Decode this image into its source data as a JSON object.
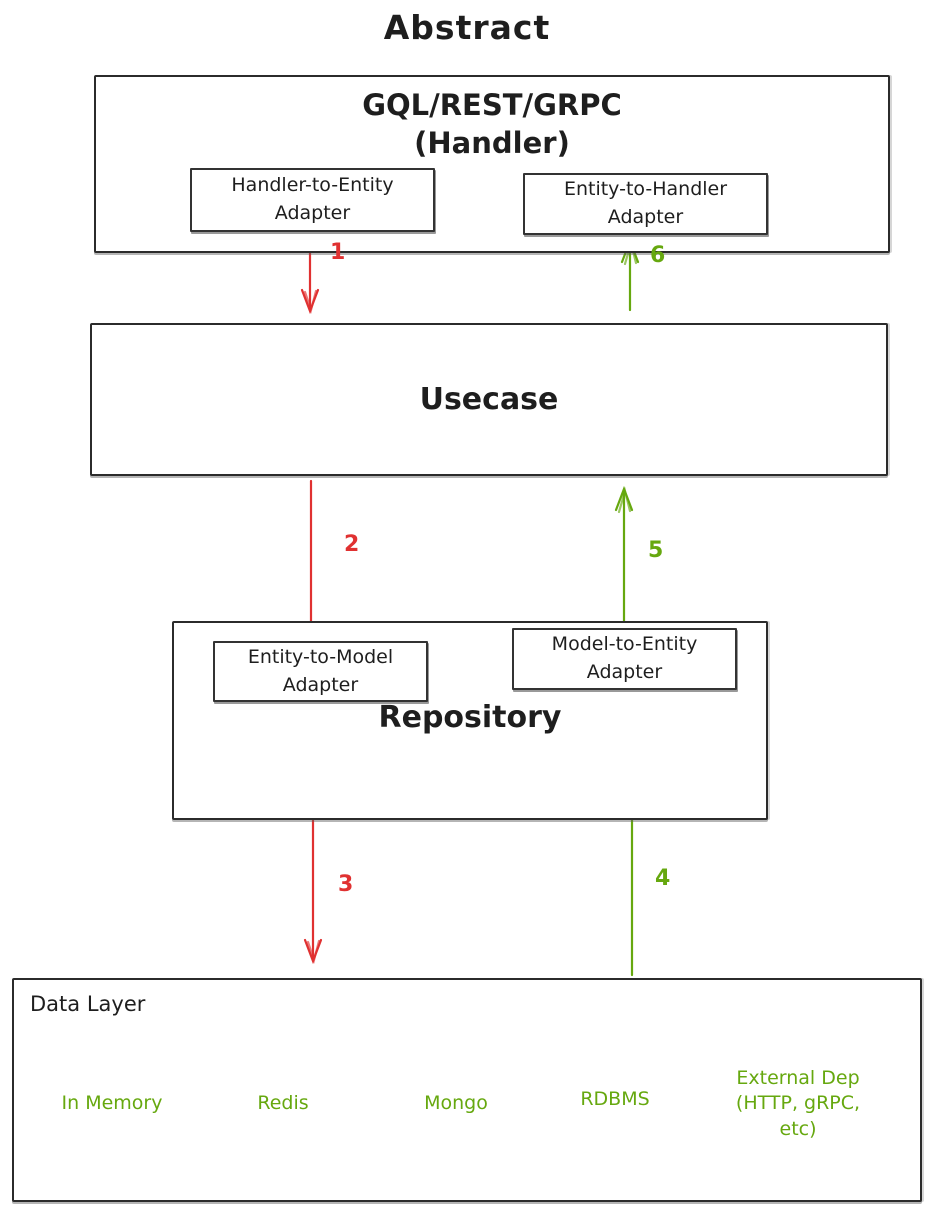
{
  "diagram": {
    "title": "Abstract"
  },
  "handler_layer": {
    "title_line1": "GQL/REST/GRPC",
    "title_line2": "(Handler)",
    "adapter_in": {
      "line1": "Handler-to-Entity",
      "line2": "Adapter"
    },
    "adapter_out": {
      "line1": "Entity-to-Handler",
      "line2": "Adapter"
    }
  },
  "usecase": {
    "label": "Usecase"
  },
  "repository": {
    "label": "Repository",
    "adapter_in": {
      "line1": "Entity-to-Model",
      "line2": "Adapter"
    },
    "adapter_out": {
      "line1": "Model-to-Entity",
      "line2": "Adapter"
    }
  },
  "data_layer": {
    "label": "Data Layer",
    "stores": [
      {
        "label": "In Memory"
      },
      {
        "label": "Redis"
      },
      {
        "label": "Mongo"
      },
      {
        "label": "RDBMS"
      },
      {
        "label": "External Dep (HTTP, gRPC, etc)"
      }
    ]
  },
  "steps": [
    "1",
    "2",
    "3",
    "4",
    "5",
    "6"
  ],
  "colors": {
    "request_flow": "#e03131",
    "response_flow": "#66a80f",
    "box_stroke": "#2b2b2b",
    "text": "#1e1e1e"
  }
}
